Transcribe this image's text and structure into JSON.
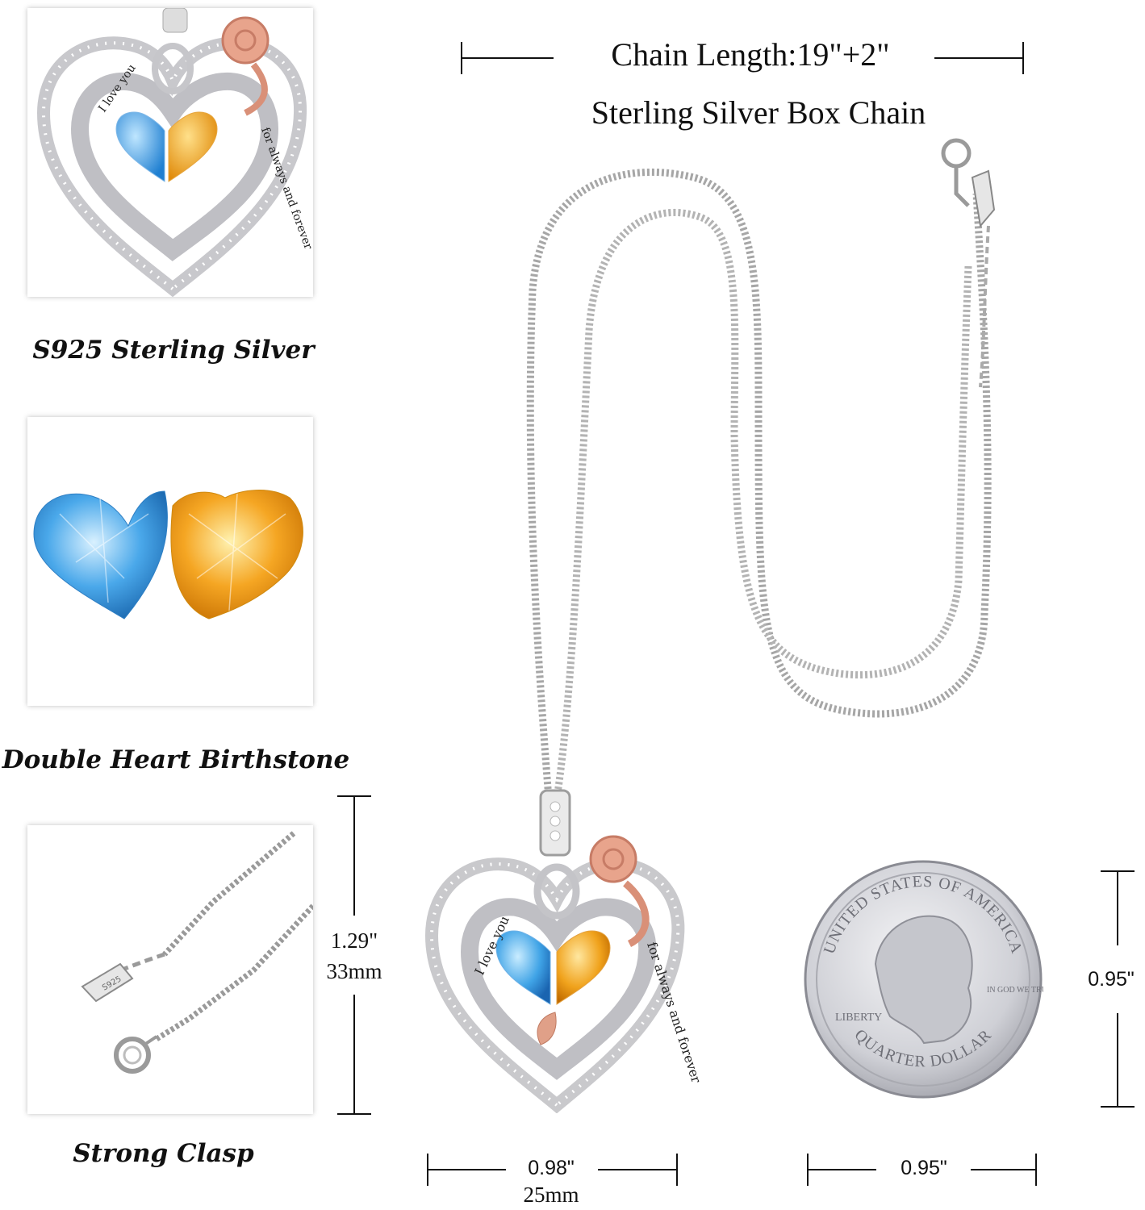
{
  "header": {
    "chain_length": "Chain Length:19\"+2\"",
    "chain_type": "Sterling Silver Box Chain"
  },
  "features": [
    {
      "caption": "S925 Sterling Silver",
      "icon": "heart-pendant-closeup"
    },
    {
      "caption": "Double Heart Birthstone",
      "icon": "blue-and-yellow-heart-gems"
    },
    {
      "caption": "Strong Clasp",
      "icon": "chain-clasp-extender"
    }
  ],
  "pendant": {
    "engraving_inner": "I love you",
    "engraving_outer": "for always and forever",
    "stone_colors": {
      "left": "#3fa3e6",
      "right": "#f0a21c"
    },
    "metal_color": "#c9c9cc",
    "rose_color": "#e8a48c"
  },
  "dimensions": {
    "height_in": "1.29\"",
    "height_mm": "33mm",
    "width_in": "0.98\"",
    "width_mm": "25mm",
    "coin_height": "0.95\"",
    "coin_width": "0.95\""
  },
  "coin": {
    "top_text": "UNITED STATES OF AMERICA",
    "bottom_text": "QUARTER DOLLAR",
    "liberty": "LIBERTY",
    "motto": "IN GOD WE TRUST"
  }
}
